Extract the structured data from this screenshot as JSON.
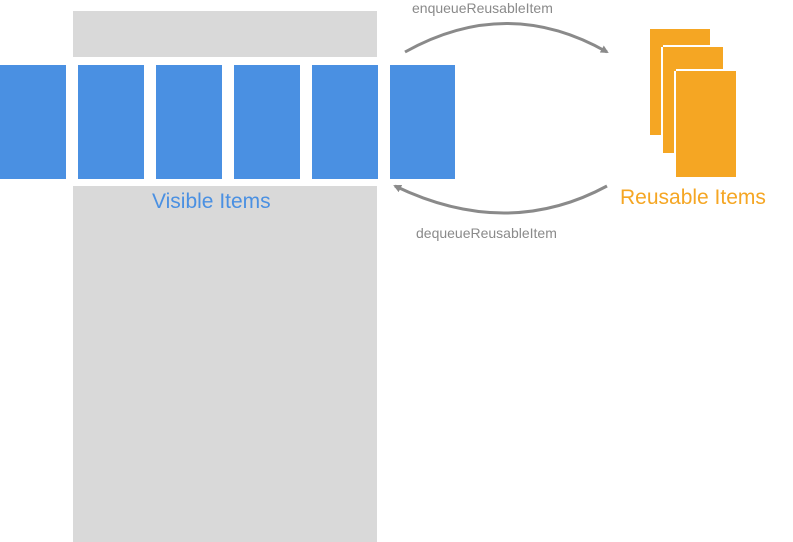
{
  "colors": {
    "visible_blue": "#4a90e2",
    "reusable_orange": "#f5a623",
    "screen_gray": "#d9d9d9",
    "arrow_gray": "#8a8a8a"
  },
  "visible": {
    "label": "Visible Items",
    "item_count": 6
  },
  "reusable": {
    "label": "Reusable Items",
    "card_count": 3
  },
  "arrows": {
    "enqueue": "enqueueReusableItem",
    "dequeue": "dequeueReusableItem"
  }
}
